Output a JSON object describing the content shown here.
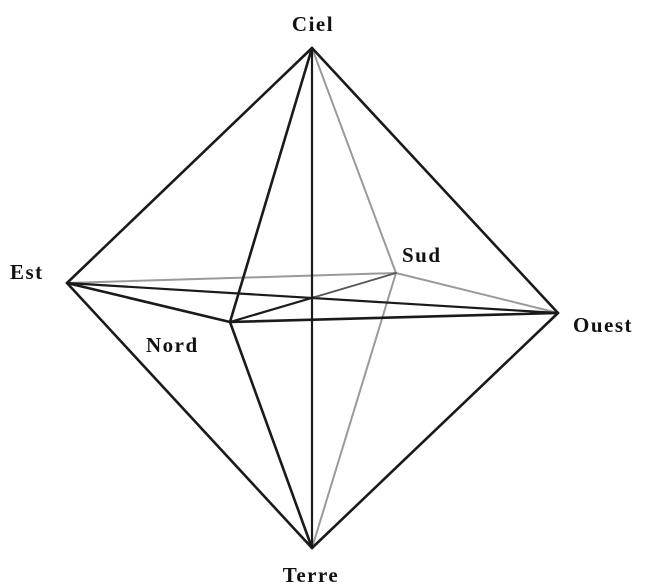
{
  "diagram": {
    "line_colors": {
      "front": "#1a1a1a",
      "back": "#9a9a9a"
    },
    "vertices": {
      "top": "Ciel",
      "left": "Est",
      "back": "Sud",
      "right": "Ouest",
      "front": "Nord",
      "bottom": "Terre"
    }
  }
}
